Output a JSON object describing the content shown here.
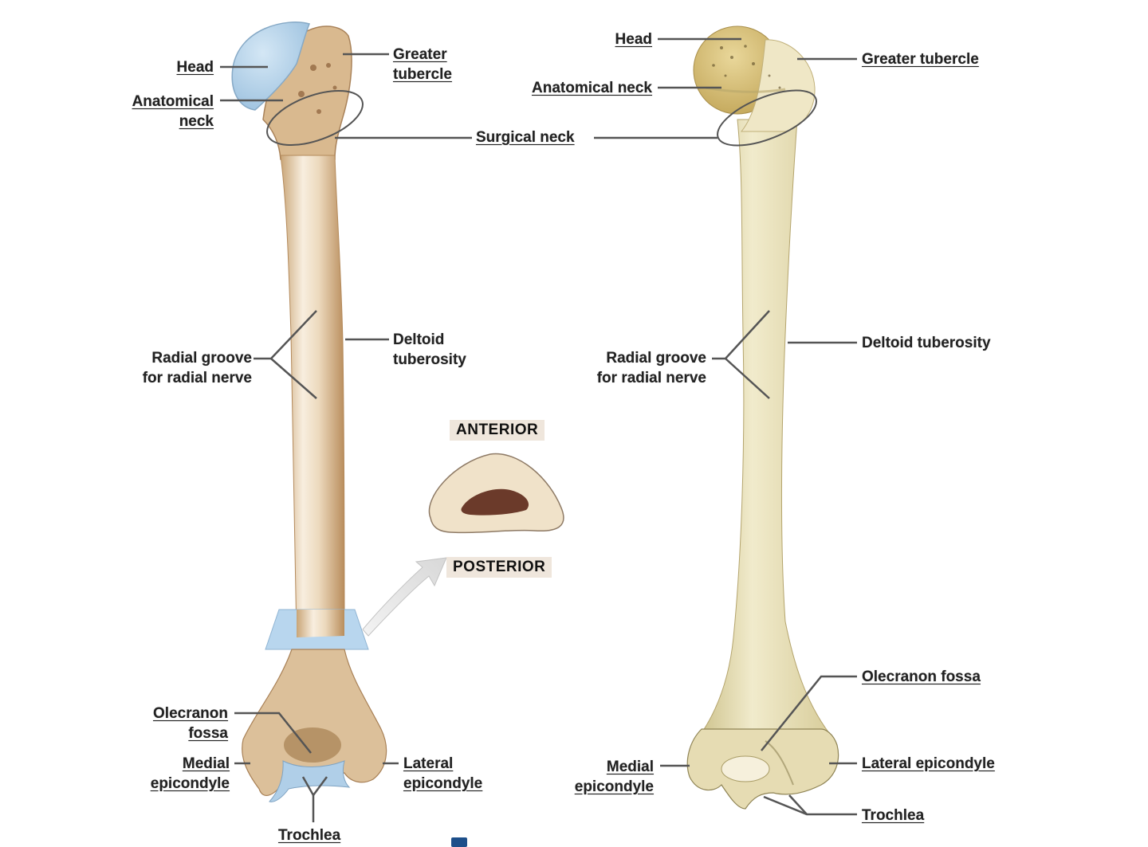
{
  "figure": {
    "left_view": {
      "name": "anterior view (illustration)",
      "labels": {
        "head": "Head",
        "greater_tubercle": [
          "Greater",
          "tubercle"
        ],
        "anatomical_neck": [
          "Anatomical",
          "neck"
        ],
        "radial_groove": [
          "Radial groove",
          "for radial nerve"
        ],
        "deltoid_tuberosity": [
          "Deltoid",
          "tuberosity"
        ],
        "olecranon_fossa": [
          "Olecranon",
          "fossa"
        ],
        "medial_epicondyle": [
          "Medial",
          "epicondyle"
        ],
        "lateral_epicondyle": [
          "Lateral",
          "epicondyle"
        ],
        "trochlea": "Trochlea"
      }
    },
    "shared": {
      "surgical_neck": "Surgical neck"
    },
    "cross_section": {
      "top_tag": "ANTERIOR",
      "bottom_tag": "POSTERIOR"
    },
    "right_view": {
      "name": "photograph view",
      "labels": {
        "head": "Head",
        "greater_tubercle": "Greater tubercle",
        "anatomical_neck": "Anatomical neck",
        "radial_groove": [
          "Radial groove",
          "for radial nerve"
        ],
        "deltoid_tuberosity": "Deltoid tuberosity",
        "olecranon_fossa": "Olecranon fossa",
        "medial_epicondyle": [
          "Medial",
          "epicondyle"
        ],
        "lateral_epicondyle": "Lateral epicondyle",
        "trochlea": "Trochlea"
      }
    },
    "colors": {
      "bone_illustration": "#e3c9a6",
      "bone_highlight": "#f7ecdc",
      "bone_shadow": "#b88f62",
      "cartilage_blue": "#b7d6ec",
      "bone_photo": "#ece5c3",
      "bone_photo_shadow": "#c9bd8a",
      "marrow": "#6b3a2a",
      "leader_line": "#555555",
      "tag_bg": "#efe6dc"
    }
  }
}
